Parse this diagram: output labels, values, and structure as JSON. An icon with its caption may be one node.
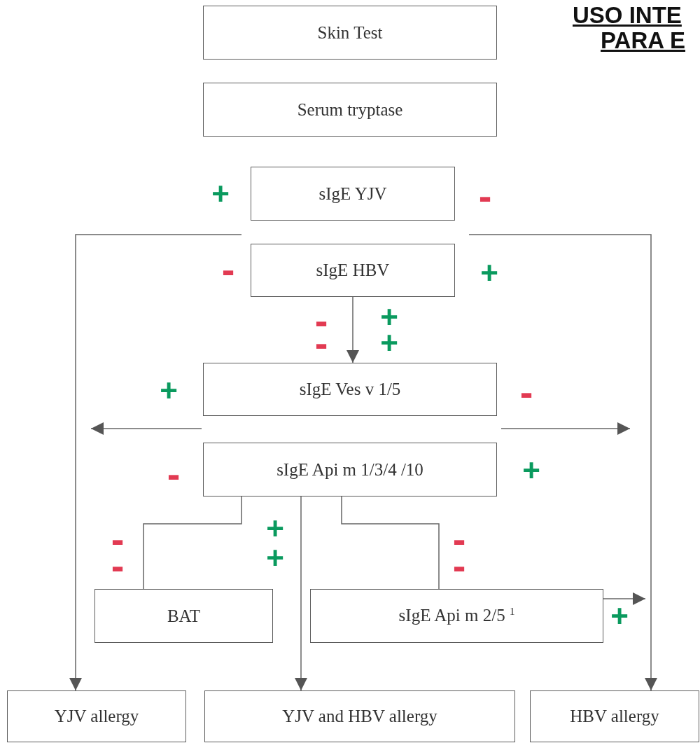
{
  "diagram": {
    "nodes": [
      {
        "text": [
          "Skin Test"
        ]
      },
      {
        "text": [
          "Serum tryptase"
        ]
      },
      {
        "text": [
          "sIgE YJV"
        ]
      },
      {
        "text": [
          "sIgE HBV"
        ]
      },
      {
        "text": [
          "sIgE Ves v 1/5"
        ]
      },
      {
        "text": [
          "sIgE Api m 1/3/4  /10"
        ]
      },
      {
        "text": [
          "BAT"
        ]
      },
      {
        "text": [
          "sIgE Api m 2/5 $^{1}$"
        ]
      },
      {
        "text": [
          "YJV allergy"
        ]
      },
      {
        "text": [
          "YJV and HBV allergy"
        ]
      },
      {
        "text": [
          "HBV allergy"
        ]
      }
    ],
    "edges": [
      {
        "from": null,
        "to": 8,
        "arrow": "to"
      },
      {
        "from": null,
        "to": 10,
        "arrow": "to"
      },
      {
        "from": 3,
        "to": 4,
        "arrow": "to"
      },
      {
        "from": 5,
        "to": 6,
        "arrow": "none"
      },
      {
        "from": 5,
        "to": 9,
        "arrow": "to"
      },
      {
        "from": 5,
        "to": 7,
        "arrow": "none"
      },
      {
        "from": 7,
        "to": null,
        "arrow": "to"
      }
    ],
    "labels": [
      "USO INTE",
      "PARA E",
      "+",
      "-",
      "-",
      "+",
      "-",
      "+",
      "-",
      "+",
      "+",
      "-",
      "-",
      "+",
      "+",
      "-",
      "-",
      "+",
      "-",
      "-",
      "+"
    ]
  }
}
